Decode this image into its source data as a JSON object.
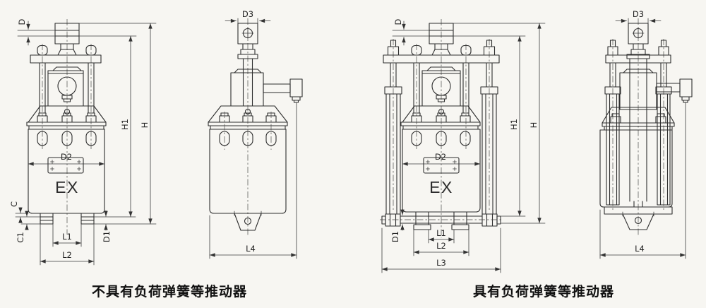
{
  "captions": {
    "left": "不具有负荷弹簧等推动器",
    "right": "具有负荷弹簧等推动器"
  },
  "views": {
    "fv1": {
      "d": "D",
      "h1": "H1",
      "h": "H",
      "d2": "D2",
      "c": "C",
      "c1": "C1",
      "l1": "L1",
      "l2": "L2",
      "d1": "D1",
      "marking": "EX"
    },
    "sv1": {
      "d3": "D3",
      "l4": "L4"
    },
    "fv2": {
      "d": "D",
      "h1": "H1",
      "h": "H",
      "d2": "D2",
      "d1": "D1",
      "l1": "L1",
      "l2": "L2",
      "l3": "L3",
      "marking": "EX"
    },
    "sv2": {
      "d3": "D3",
      "l4": "L4"
    }
  }
}
